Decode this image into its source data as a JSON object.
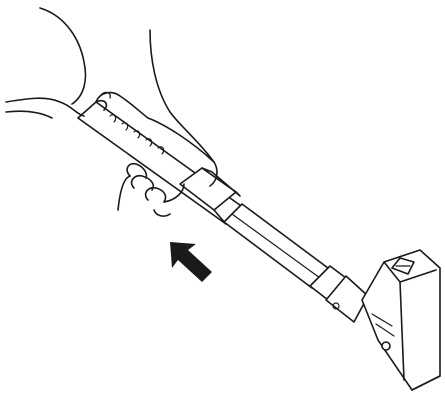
{
  "figure": {
    "kind": "line-art instruction illustration",
    "background_color": "#ffffff",
    "line_color": "#1a1a1a",
    "parts": [
      "upper-hand",
      "lower-hand",
      "telescopic-tube",
      "tube-grip",
      "tube-joint",
      "floor-nozzle"
    ],
    "arrow_icon": "arrow-up-left-icon"
  }
}
